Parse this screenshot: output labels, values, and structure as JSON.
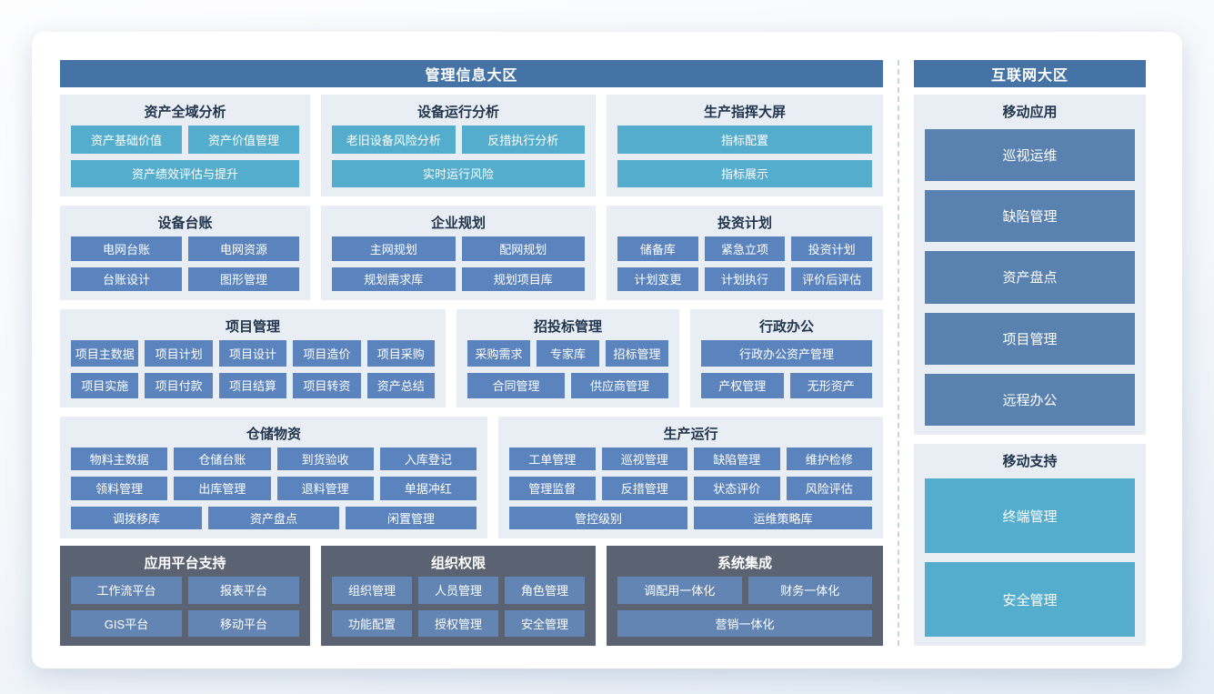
{
  "left": {
    "header": "管理信息大区",
    "g1": {
      "title": "资产全域分析",
      "items": [
        "资产基础价值",
        "资产价值管理",
        "资产绩效评估与提升"
      ]
    },
    "g2": {
      "title": "设备运行分析",
      "items": [
        "老旧设备风险分析",
        "反措执行分析",
        "实时运行风险"
      ]
    },
    "g3": {
      "title": "生产指挥大屏",
      "items": [
        "指标配置",
        "指标展示"
      ]
    },
    "g4": {
      "title": "设备台账",
      "items": [
        "电网台账",
        "电网资源",
        "台账设计",
        "图形管理"
      ]
    },
    "g5": {
      "title": "企业规划",
      "items": [
        "主网规划",
        "配网规划",
        "规划需求库",
        "规划项目库"
      ]
    },
    "g6": {
      "title": "投资计划",
      "items": [
        "储备库",
        "紧急立项",
        "投资计划",
        "计划变更",
        "计划执行",
        "评价后评估"
      ]
    },
    "g7": {
      "title": "项目管理",
      "items": [
        "项目主数据",
        "项目计划",
        "项目设计",
        "项目造价",
        "项目采购",
        "项目实施",
        "项目付款",
        "项目结算",
        "项目转资",
        "资产总结"
      ]
    },
    "g8": {
      "title": "招投标管理",
      "items": [
        "采购需求",
        "专家库",
        "招标管理",
        "合同管理",
        "供应商管理"
      ]
    },
    "g9": {
      "title": "行政办公",
      "items": [
        "行政办公资产管理",
        "产权管理",
        "无形资产"
      ]
    },
    "g10": {
      "title": "仓储物资",
      "items": [
        "物料主数据",
        "仓储台账",
        "到货验收",
        "入库登记",
        "领料管理",
        "出库管理",
        "退料管理",
        "单据冲红",
        "调拨移库",
        "资产盘点",
        "闲置管理"
      ]
    },
    "g11": {
      "title": "生产运行",
      "items": [
        "工单管理",
        "巡视管理",
        "缺陷管理",
        "维护检修",
        "管理监督",
        "反措管理",
        "状态评价",
        "风险评估",
        "管控级别",
        "运维策略库"
      ]
    },
    "g12": {
      "title": "应用平台支持",
      "items": [
        "工作流平台",
        "报表平台",
        "GIS平台",
        "移动平台"
      ]
    },
    "g13": {
      "title": "组织权限",
      "items": [
        "组织管理",
        "人员管理",
        "角色管理",
        "功能配置",
        "授权管理",
        "安全管理"
      ]
    },
    "g14": {
      "title": "系统集成",
      "items": [
        "调配用一体化",
        "财务一体化",
        "营销一体化"
      ]
    }
  },
  "right": {
    "header": "互联网大区",
    "g1": {
      "title": "移动应用",
      "items": [
        "巡视运维",
        "缺陷管理",
        "资产盘点",
        "项目管理",
        "远程办公"
      ]
    },
    "g2": {
      "title": "移动支持",
      "items": [
        "终端管理",
        "安全管理"
      ]
    }
  },
  "colors": {
    "zone_header_bg": "#4573a5",
    "panel_bg": "#e9edf4",
    "teal_button": "#54adcc",
    "blue_button": "#5b84bf",
    "dark_panel_bg": "#5b6372",
    "dark_panel_button": "#6285b4",
    "mobile_button": "#5a82b0",
    "title_text": "#22364e",
    "divider": "#c6d3e0"
  }
}
